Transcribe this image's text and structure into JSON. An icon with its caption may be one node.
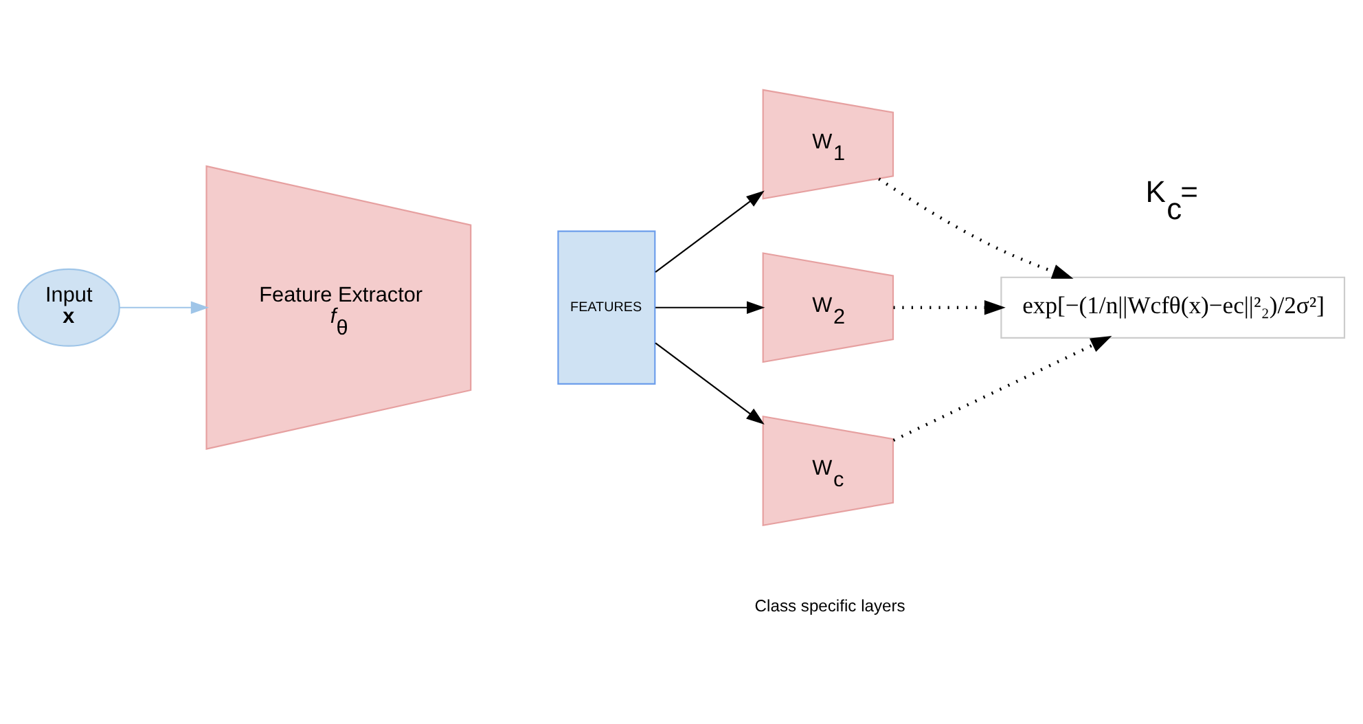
{
  "diagram": {
    "nodes": [
      {
        "text": [
          "Input",
          "**x**"
        ]
      },
      {
        "text": [
          "Feature Extractor",
          "*f*$_{θ}$"
        ]
      },
      {
        "text": [
          "FEATURES"
        ]
      },
      {
        "text": [
          "W$_{1}$"
        ]
      },
      {
        "text": [
          "W$_{2}$"
        ]
      },
      {
        "text": [
          "W$_{c}$"
        ]
      },
      {
        "text": [
          "exp[−(1/n||Wcfθ(x)−ec||²₂)/2σ²]"
        ],
        "beside": [
          "K$_{c}$="
        ]
      }
    ],
    "edges": [
      {
        "from": 0,
        "to": 1,
        "arrow": "to",
        "color": "#9fc5e8"
      },
      {
        "from": 2,
        "to": 3,
        "arrow": "to"
      },
      {
        "from": 2,
        "to": 4,
        "arrow": "to"
      },
      {
        "from": 2,
        "to": 5,
        "arrow": "to"
      },
      {
        "from": 3,
        "to": 6,
        "arrow": "to",
        "style": "dashed"
      },
      {
        "from": 4,
        "to": 6,
        "arrow": "to",
        "style": "dashed"
      },
      {
        "from": 5,
        "to": 6,
        "arrow": "to",
        "style": "dashed"
      }
    ],
    "labels": [
      "Class specific layers"
    ]
  }
}
